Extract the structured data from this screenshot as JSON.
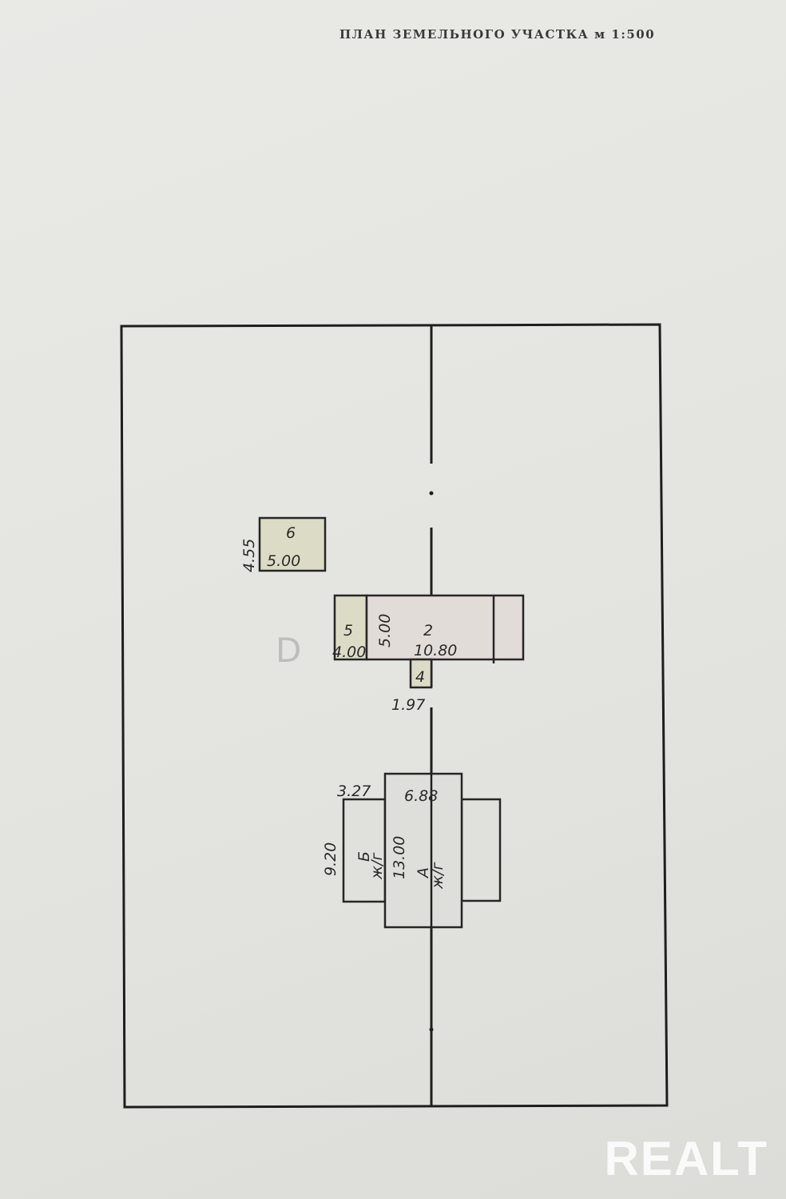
{
  "title": "ПЛАН ЗЕМЕЛЬНОГО УЧАСТКА м 1:500",
  "buildings": {
    "b6": {
      "label": "6",
      "width": "5.00",
      "depth": "4.55"
    },
    "b5": {
      "label": "5",
      "width": "4.00"
    },
    "b2": {
      "label": "2",
      "width": "10.80",
      "depth": "5.00"
    },
    "b4": {
      "label": "4",
      "width": "1.97"
    },
    "lit_b": {
      "label": "Б",
      "type": "ж/г",
      "width": "3.27",
      "depth": "9.20"
    },
    "lit_a": {
      "label": "А",
      "type": "ж/г",
      "width": "6.88",
      "depth": "13.00"
    }
  },
  "mark": "D",
  "watermark": "REALT",
  "colors": {
    "ink": "#2a2a2a",
    "paper": "#e6e6e2",
    "fill": "#dcdcc8"
  }
}
